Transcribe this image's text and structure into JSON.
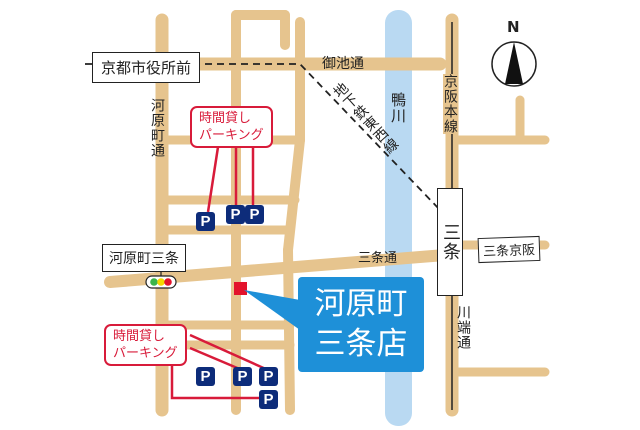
{
  "map": {
    "colors": {
      "road": "#e6c48e",
      "river": "#b9d9f2",
      "parking_line": "#d81b3a",
      "parking_mark": "#0d2c7a",
      "store_bubble": "#1e90d8",
      "store_marker": "#e3132c"
    },
    "compass": {
      "label": "N"
    },
    "stations": {
      "city_hall": "京都市役所前",
      "kawaramachi_sanjo": "河原町三条",
      "sanjo": "三条",
      "sanjo_keihan": "三条京阪"
    },
    "streets": {
      "oike": "御池通",
      "kawaramachi": "河原町通",
      "sanjo": "三条通",
      "kawabata": "川端通"
    },
    "rail_lines": {
      "tozai": "地下鉄東西線",
      "keihan": "京阪本線"
    },
    "river": "鴨川",
    "parking": {
      "upper": {
        "line1": "時間貸し",
        "line2": "パーキング",
        "marks": [
          "P",
          "P",
          "P"
        ]
      },
      "lower": {
        "line1": "時間貸し",
        "line2": "パーキング",
        "marks": [
          "P",
          "P",
          "P",
          "P"
        ]
      }
    },
    "store": {
      "line1": "河原町",
      "line2": "三条店"
    },
    "traffic_light": {
      "colors": [
        "#3bb54a",
        "#f5d800",
        "#e3132c"
      ]
    }
  }
}
